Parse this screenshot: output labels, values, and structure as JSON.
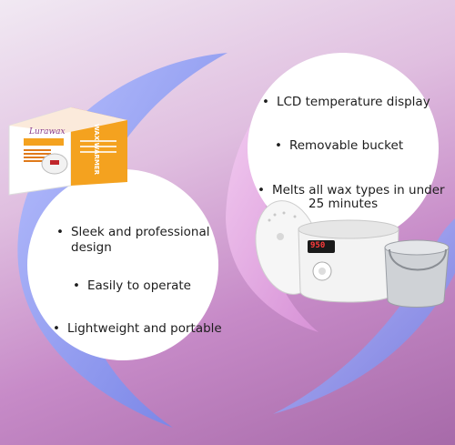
{
  "brand": {
    "logo_text": "Lurawax",
    "product_name": "WAX WARMER"
  },
  "features_left": [
    {
      "bullet": "•",
      "text": "Sleek and professional"
    },
    {
      "bullet": "",
      "text": "design"
    },
    {
      "bullet": "•",
      "text": "Easily to operate"
    },
    {
      "bullet": "•",
      "text": "Lightweight and portable"
    }
  ],
  "features_right": [
    {
      "bullet": "•",
      "text": "LCD temperature display"
    },
    {
      "bullet": "•",
      "text": "Removable bucket"
    },
    {
      "bullet": "•",
      "text": "Melts all wax types in under"
    },
    {
      "bullet": "",
      "text": "25 minutes"
    }
  ],
  "device_display": "950",
  "colors": {
    "background_start": "#f1e9f3",
    "background_end": "#a76aa9",
    "swoosh_blue": "#8f9bef",
    "swoosh_pink": "#e8a8e6",
    "box_orange": "#f4a21f"
  }
}
